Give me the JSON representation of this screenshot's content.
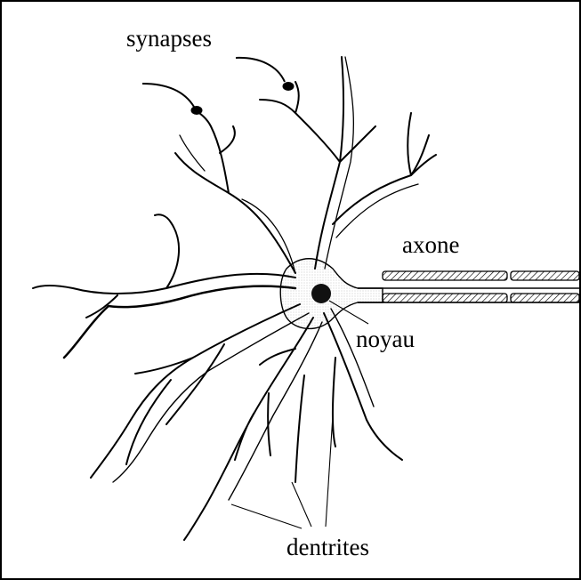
{
  "labels": {
    "synapses": "synapses",
    "axone": "axone",
    "noyau": "noyau",
    "dentrites": "dentrites"
  },
  "colors": {
    "ink": "#000000",
    "membrane_fill": "#ffffff",
    "nucleus": "#111111",
    "myelin_hatch": "#000000"
  }
}
